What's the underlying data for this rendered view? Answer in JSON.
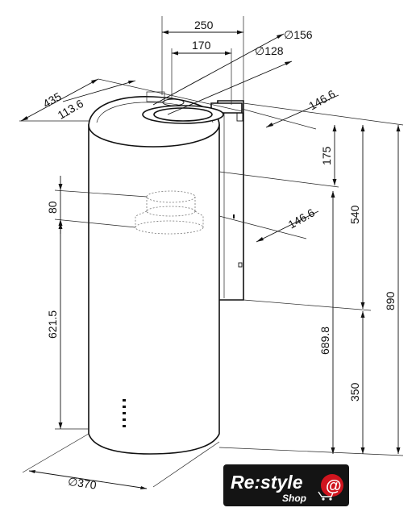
{
  "dimensions": {
    "width_250": "250",
    "width_170": "170",
    "dia_156": "156",
    "dia_128": "128",
    "depth_435": "435",
    "offset_113_6": "113.6",
    "offset_146_6_top": "146.6",
    "height_175": "175",
    "height_540": "540",
    "height_890": "890",
    "height_80": "80",
    "offset_146_6_mid": "146.6",
    "height_621_5": "621.5",
    "height_689_8": "689.8",
    "height_350": "350",
    "dia_370": "370"
  },
  "symbols": {
    "diameter": "∅"
  },
  "logo": {
    "main": "Re:style",
    "sub": "Shop",
    "badge": "@"
  },
  "colors": {
    "logo_bg": "#141414",
    "logo_accent": "#d0141e",
    "line": "#111111"
  }
}
